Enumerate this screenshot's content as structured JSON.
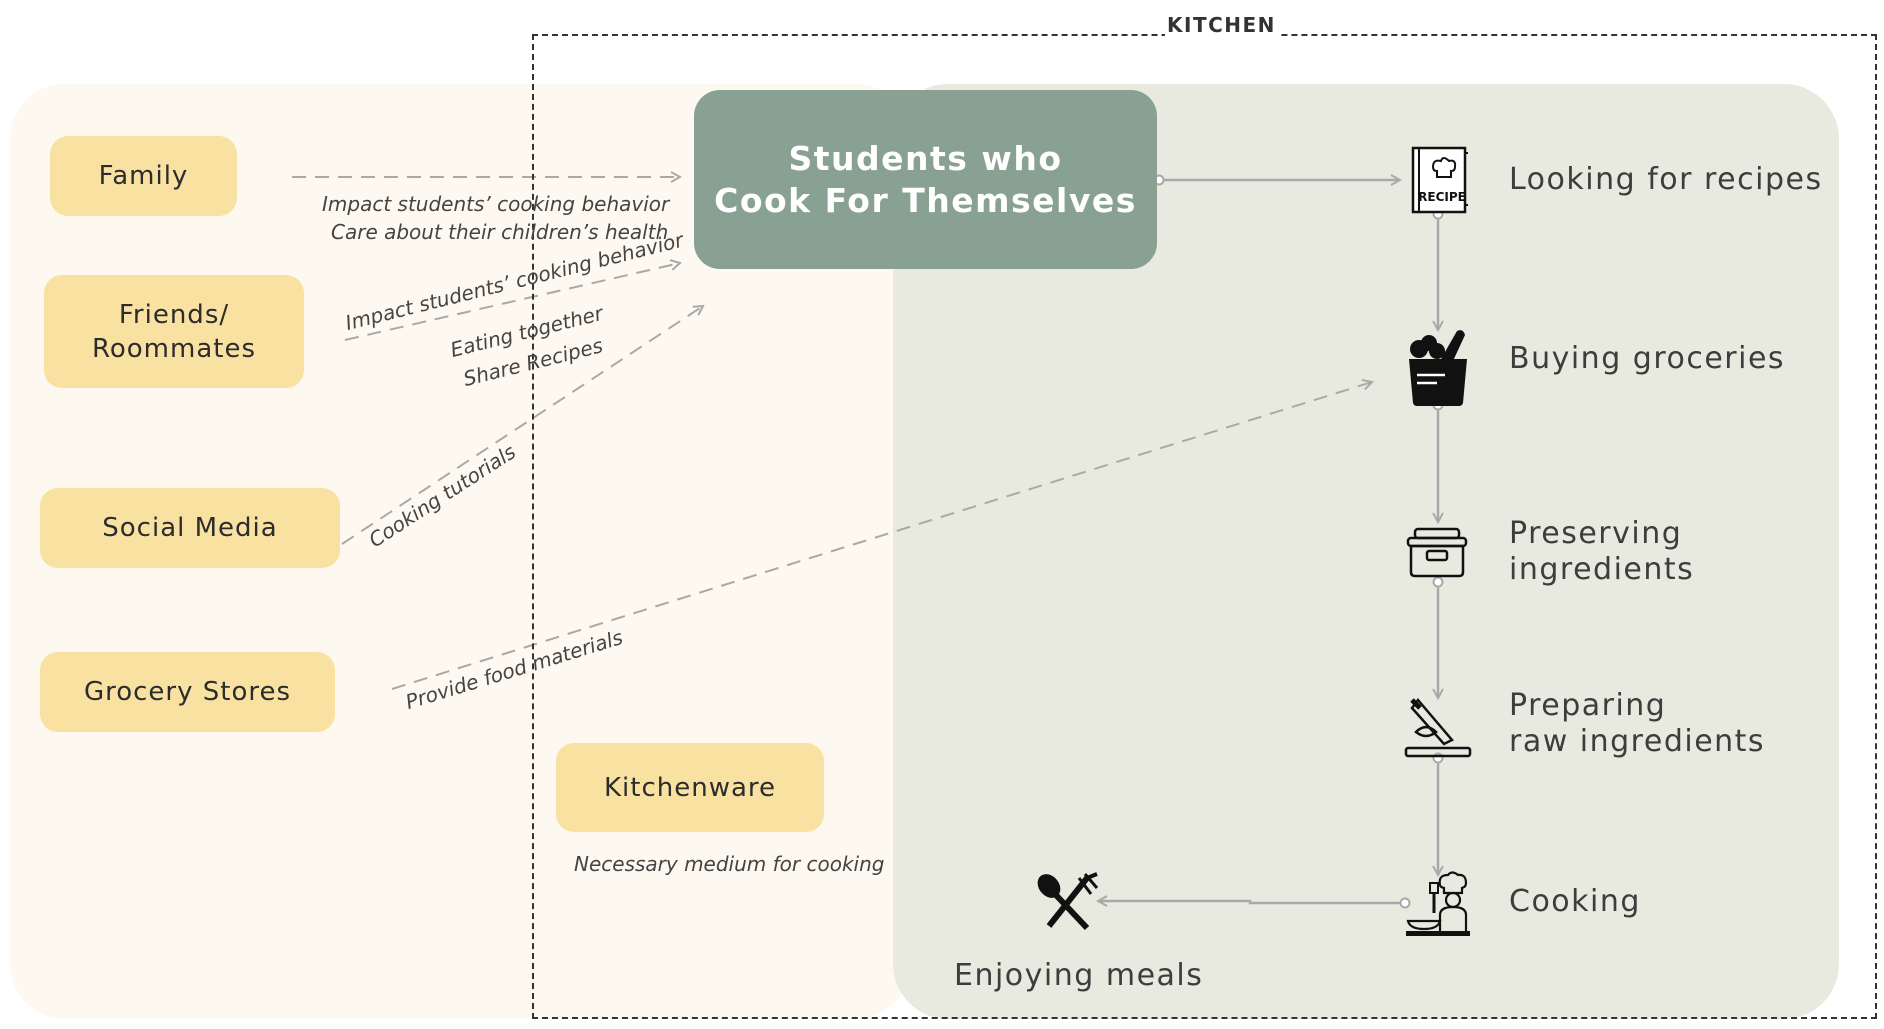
{
  "kitchen_label": "KITCHEN",
  "central": {
    "line1": "Students who",
    "line2": "Cook For Themselves"
  },
  "actors": {
    "family": "Family",
    "friends_line1": "Friends/",
    "friends_line2": "Roommates",
    "social_media": "Social Media",
    "grocery_stores": "Grocery Stores",
    "kitchenware": "Kitchenware"
  },
  "annotations": {
    "family_1": "Impact students’ cooking behavior",
    "family_2": "Care about their children’s health",
    "friends_1": "Impact students’ cooking behavior",
    "friends_2": "Eating together",
    "friends_3": "Share Recipes",
    "social": "Cooking tutorials",
    "grocery": "Provide food materials",
    "kitchenware": "Necessary medium for cooking"
  },
  "steps": {
    "recipes": "Looking for recipes",
    "groceries": "Buying groceries",
    "preserving_1": "Preserving",
    "preserving_2": "ingredients",
    "preparing_1": "Preparing",
    "preparing_2": "raw ingredients",
    "cooking": "Cooking",
    "enjoying": "Enjoying meals"
  },
  "icons": {
    "recipe_book_text": "RECIPE",
    "recipe": "recipe-book-icon",
    "groceries": "grocery-bag-icon",
    "preserving": "food-container-icon",
    "preparing": "knife-cutting-board-icon",
    "cooking": "chef-cooking-icon",
    "enjoying": "spoon-fork-icon"
  },
  "colors": {
    "actor_fill": "#f8e1a1",
    "central_fill": "#88a193",
    "left_panel": "#fdf9f0",
    "right_panel": "#e8eadf",
    "connector": "#a9a9a9"
  }
}
